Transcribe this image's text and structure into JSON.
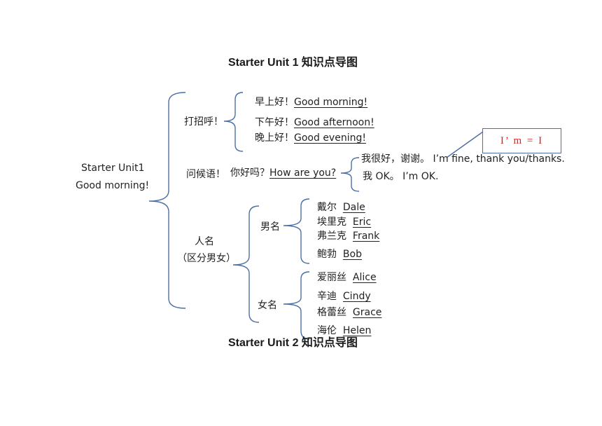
{
  "titles": {
    "unit1": "Starter Unit 1  知识点导图",
    "unit2": "Starter Unit 2  知识点导图"
  },
  "root": {
    "line1": "Starter Unit1",
    "line2": "Good morning!"
  },
  "greetings": {
    "label": "打招呼！",
    "items": [
      {
        "cn": "早上好！",
        "en": "Good morning!"
      },
      {
        "cn": "下午好！",
        "en": "Good afternoon!"
      },
      {
        "cn": "晚上好！",
        "en": "Good evening!"
      }
    ]
  },
  "inquiry": {
    "label": "问候语！",
    "question_cn": "你好吗？",
    "question_en": "How are you?",
    "answers": [
      "我很好，谢谢。 I’m fine, thank you/thanks.",
      "我 OK。 I’m OK."
    ],
    "note": "I’ m  =  I"
  },
  "names": {
    "label_line1": "人名",
    "label_line2": "（区分男女）",
    "male": {
      "label": "男名",
      "items": [
        {
          "cn": "戴尔",
          "en": "Dale"
        },
        {
          "cn": "埃里克",
          "en": "Eric"
        },
        {
          "cn": "弗兰克",
          "en": "Frank"
        },
        {
          "cn": "鲍勃",
          "en": "Bob"
        }
      ]
    },
    "female": {
      "label": "女名",
      "items": [
        {
          "cn": "爱丽丝",
          "en": "Alice"
        },
        {
          "cn": "辛迪",
          "en": "Cindy"
        },
        {
          "cn": "格蕾丝",
          "en": "Grace"
        },
        {
          "cn": "海伦",
          "en": "Helen"
        }
      ]
    }
  },
  "colors": {
    "bracket": "#4a6fa5",
    "note_text": "#e02020"
  }
}
